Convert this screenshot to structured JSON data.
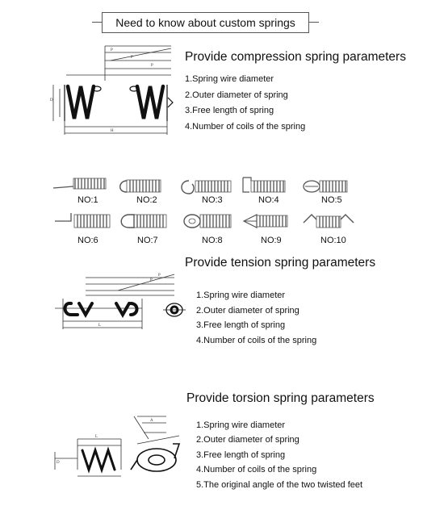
{
  "title": "Need to know about custom springs",
  "compression": {
    "heading": "Provide compression spring parameters",
    "items": [
      "1.Spring wire diameter",
      "2.Outer diameter of spring",
      "3.Free length of spring",
      "4.Number of coils of the spring"
    ]
  },
  "hooks": {
    "row1": [
      "NO:1",
      "NO:2",
      "NO:3",
      "NO:4",
      "NO:5"
    ],
    "row2": [
      "NO:6",
      "NO:7",
      "NO:8",
      "NO:9",
      "NO:10"
    ]
  },
  "tension": {
    "heading": "Provide tension spring parameters",
    "items": [
      "1.Spring wire diameter",
      "2.Outer diameter of spring",
      "3.Free length of spring",
      "4.Number of coils of the spring"
    ]
  },
  "torsion": {
    "heading": "Provide torsion spring parameters",
    "items": [
      "1.Spring wire diameter",
      "2.Outer diameter of spring",
      "3.Free length of spring",
      "4.Number of coils of the spring",
      "5.The original angle of the two twisted feet"
    ]
  }
}
